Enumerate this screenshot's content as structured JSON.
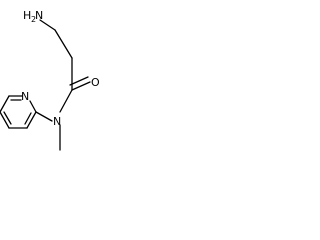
{
  "molecule": {
    "atoms": {
      "amine_h": "H",
      "amine_h_count": "2",
      "amine_n": "N",
      "carbonyl_o": "O",
      "amide_n": "N",
      "ring_n": "N"
    },
    "colors": {
      "bond": "#000000",
      "label": "#000000",
      "background": "#ffffff"
    }
  }
}
